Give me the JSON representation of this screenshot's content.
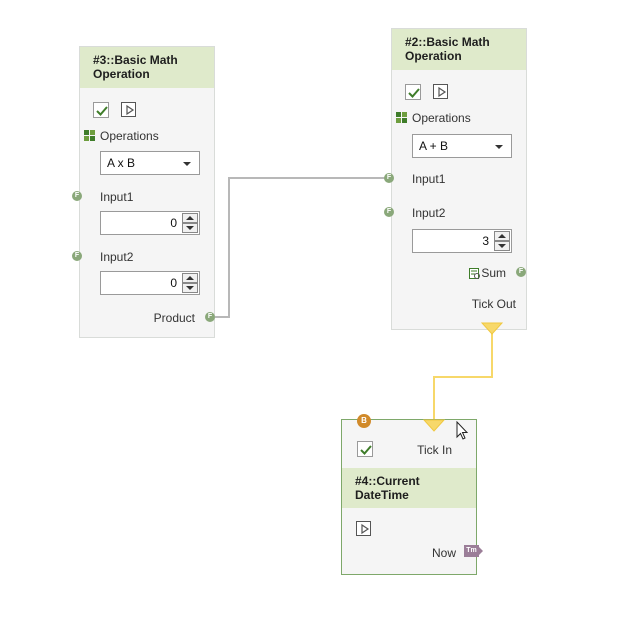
{
  "nodes": {
    "n3": {
      "title": "#3::Basic Math Operation",
      "operations_label": "Operations",
      "operation_value": "A x B",
      "input1_label": "Input1",
      "input1_value": "0",
      "input2_label": "Input2",
      "input2_value": "0",
      "output_label": "Product"
    },
    "n2": {
      "title": "#2::Basic Math Operation",
      "operations_label": "Operations",
      "operation_value": "A + B",
      "input1_label": "Input1",
      "input2_label": "Input2",
      "input2_value": "3",
      "output_label": "Sum",
      "tick_out_label": "Tick Out"
    },
    "n4": {
      "title": "#4::Current DateTime",
      "tick_in_label": "Tick In",
      "output_label": "Now",
      "badge_b": "B",
      "badge_tm": "Tm"
    }
  },
  "port_glyph": "F",
  "colors": {
    "header_bg": "#dfeacb",
    "data_port": "#8aa87a",
    "tick_wire": "#f7d86a",
    "data_wire": "#b8b8b8",
    "badge_orange": "#d18a2a",
    "badge_purple": "#9b7e98"
  }
}
